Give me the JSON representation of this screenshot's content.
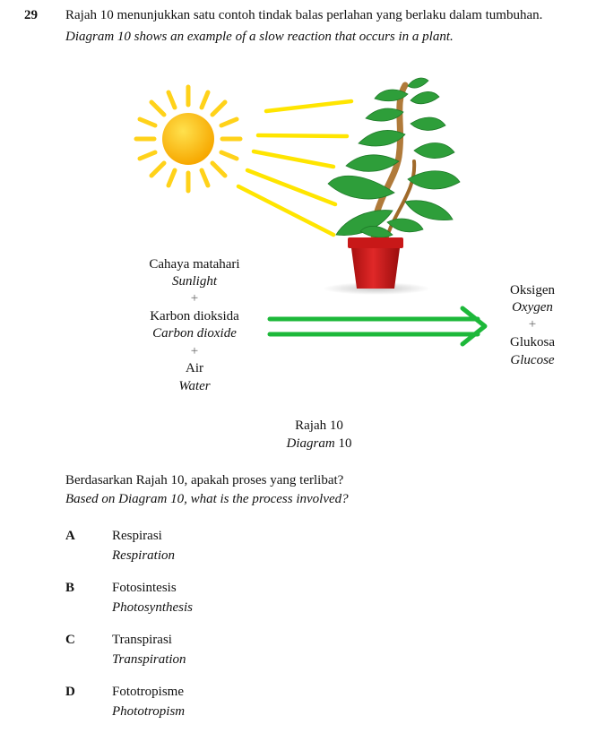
{
  "question": {
    "number": "29",
    "text_ms": "Rajah 10 menunjukkan satu contoh tindak balas perlahan yang berlaku dalam tumbuhan.",
    "text_en": "Diagram 10 shows an example of a slow reaction that occurs in a plant."
  },
  "diagram": {
    "reactants": {
      "sunlight_ms": "Cahaya matahari",
      "sunlight_en": "Sunlight",
      "plus1": "+",
      "co2_ms": "Karbon dioksida",
      "co2_en": "Carbon dioxide",
      "plus2": "+",
      "water_ms": "Air",
      "water_en": "Water"
    },
    "products": {
      "oxygen_ms": "Oksigen",
      "oxygen_en": "Oxygen",
      "plus": "+",
      "glucose_ms": "Glukosa",
      "glucose_en": "Glucose"
    },
    "caption_ms": "Rajah 10",
    "caption_en_word": "Diagram",
    "caption_en_num": " 10",
    "colors": {
      "sun": "#F7B500",
      "rays": "#FFE500",
      "arrow": "#1DB83A",
      "pot": "#D42020",
      "leaf": "#2E9E3A",
      "stem": "#B07A3A"
    }
  },
  "prompt": {
    "text_ms": "Berdasarkan Rajah 10, apakah proses yang terlibat?",
    "text_en": "Based on Diagram 10, what is the process involved?"
  },
  "options": [
    {
      "letter": "A",
      "ms": "Respirasi",
      "en": "Respiration"
    },
    {
      "letter": "B",
      "ms": "Fotosintesis",
      "en": "Photosynthesis"
    },
    {
      "letter": "C",
      "ms": "Transpirasi",
      "en": "Transpiration"
    },
    {
      "letter": "D",
      "ms": "Fototropisme",
      "en": "Phototropism"
    }
  ]
}
